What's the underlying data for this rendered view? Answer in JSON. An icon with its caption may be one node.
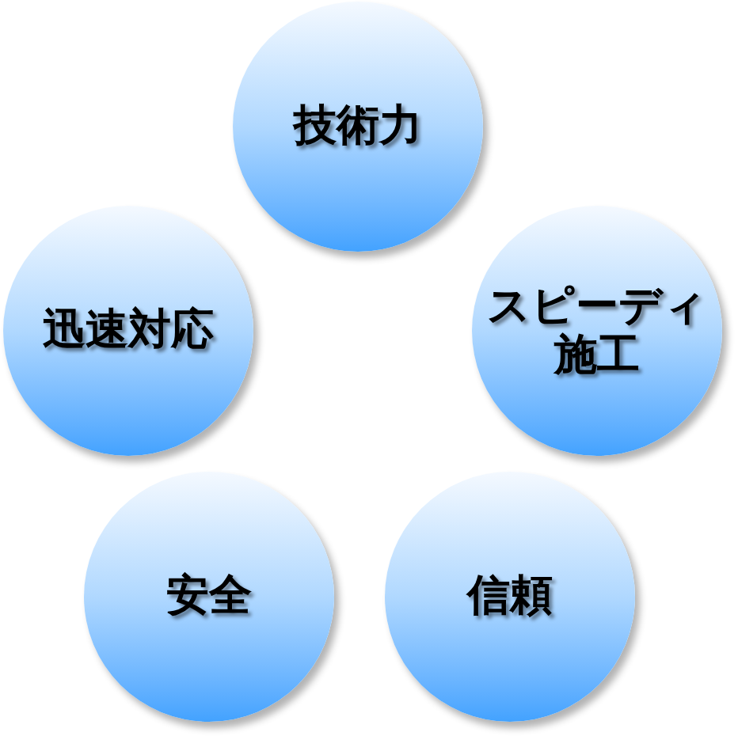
{
  "diagram": {
    "nodes": [
      {
        "text": [
          "技術力"
        ]
      },
      {
        "text": [
          "迅速対応"
        ]
      },
      {
        "text": [
          "スピーディ施工"
        ]
      },
      {
        "text": [
          "安全"
        ]
      },
      {
        "text": [
          "信頼"
        ]
      }
    ]
  }
}
